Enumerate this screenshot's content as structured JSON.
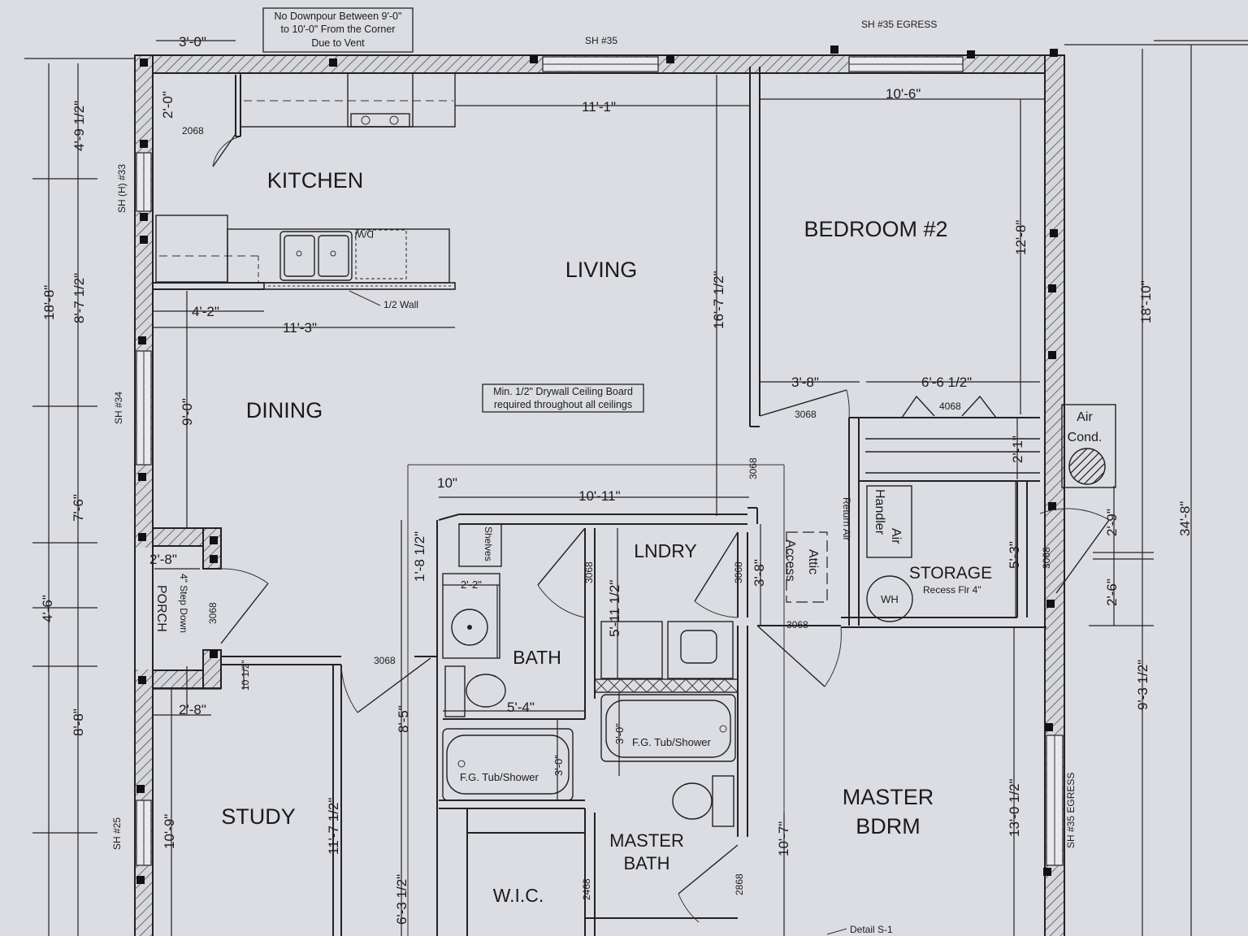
{
  "rooms": {
    "kitchen": "KITCHEN",
    "living": "LIVING",
    "dining": "DINING",
    "bedroom2": "BEDROOM #2",
    "study": "STUDY",
    "porch": "PORCH",
    "lndry": "LNDRY",
    "bath": "BATH",
    "storage": "STORAGE",
    "master_bdrm": [
      "MASTER",
      "BDRM"
    ],
    "master_bath": [
      "MASTER",
      "BATH"
    ],
    "wic": "W.I.C."
  },
  "notes": {
    "downpour": [
      "No Downpour Between 9'-0\"",
      "to 10'-0\" From the Corner",
      "Due to Vent"
    ],
    "drywall": [
      "Min. 1/2\" Drywall Ceiling Board",
      "required throughout all  ceilings"
    ],
    "half_wall": "1/2 Wall",
    "step_down": "4\" Step Down",
    "recess": "Recess Flr 4\"",
    "detail": "Detail S-1"
  },
  "fixtures": {
    "dw": "D/W",
    "shelves": "Shelves",
    "tub_shower": "F.G. Tub/Shower",
    "air_handler": [
      "Air",
      "Handler"
    ],
    "return_air": "Return Air",
    "attic_access": [
      "Attic",
      "Access"
    ],
    "wh": "WH",
    "air_cond": [
      "Air",
      "Cond."
    ]
  },
  "windows": {
    "top_left": "SH #35",
    "top_right": "SH #35  EGRESS",
    "left_kitchen": "SH (H) #33",
    "left_dining": "SH #34",
    "left_study": "SH #25",
    "right_master": "SH #35  EGRESS"
  },
  "doors": {
    "kitchen": "2068",
    "bedroom": "3068",
    "closet": "4068",
    "living_hall": "3068",
    "porch": "3068",
    "study": "3068",
    "bath": "3068",
    "lndry_left": "3068",
    "lndry_right": "3068",
    "master": "3068",
    "storage": "3068",
    "wic": "2468",
    "master_bath": "2868"
  },
  "dims": {
    "d_3_0": "3'-0\"",
    "d_2_0": "2'-0\"",
    "d_11_1": "11'-1\"",
    "d_10_6": "10'-6\"",
    "d_4_9_5": "4'-9 1/2\"",
    "d_8_7_5": "8'-7 1/2\"",
    "d_18_8": "18'-8\"",
    "d_4_2": "4'-2\"",
    "d_11_3": "11'-3\"",
    "d_9_0": "9'-0\"",
    "d_7_6": "7'-6\"",
    "d_4_6": "4'-6\"",
    "d_8_8": "8'-8\"",
    "d_2_8a": "2'-8\"",
    "d_2_8b": "2'-8\"",
    "d_10_5": "10 1/2\"",
    "d_10_9": "10'-9\"",
    "d_11_7_5": "11'-7 1/2\"",
    "d_16_7_5": "16'-7 1/2\"",
    "d_12_8": "12'-8\"",
    "d_18_10": "18'-10\"",
    "d_34_8": "34'-8\"",
    "d_3_8a": "3'-8\"",
    "d_6_6_5": "6'-6 1/2\"",
    "d_2_1": "2'-1\"",
    "d_10": "10\"",
    "d_10_11": "10'-11\"",
    "d_1_8_5": "1'-8 1/2\"",
    "d_2_2": "2'-2\"",
    "d_5_11_5": "5'-11 1/2\"",
    "d_3_8b": "3'-8\"",
    "d_5_4": "5'-4\"",
    "d_8_5": "8'-5\"",
    "d_3_0b": "3'-0\"",
    "d_3_0c": "3'-0\"",
    "d_5_3": "5'-3\"",
    "d_2_9": "2'-9\"",
    "d_2_6": "2'-6\"",
    "d_9_3_5": "9'-3 1/2\"",
    "d_13_0_5": "13'-0 1/2\"",
    "d_10_7": "10'-7\"",
    "d_6_3_5": "6'-3 1/2\""
  }
}
